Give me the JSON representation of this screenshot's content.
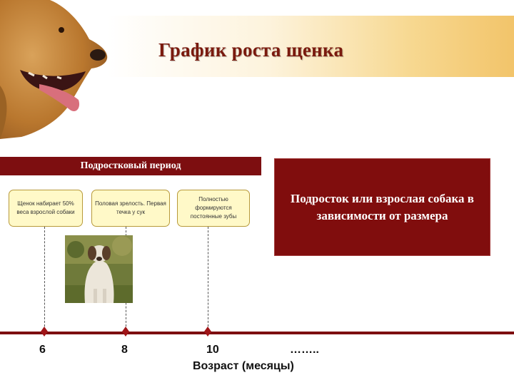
{
  "title": "График роста щенка",
  "adolescent_band": "Подростковый период",
  "adult_box": "Подросток или взрослая собака в зависимости от размера",
  "events": [
    {
      "text": "Щенок набирает 50% веса взрослой собаки"
    },
    {
      "text": "Половая зрелость. Первая течка у сук"
    },
    {
      "text": "Полностью формируются постоянные зубы"
    }
  ],
  "ticks": [
    "6",
    "8",
    "10",
    "…….."
  ],
  "xlabel": "Возраст (месяцы)",
  "colors": {
    "accent": "#7d0e10",
    "title": "#7a1a0e",
    "event_bg": "#fff9c8"
  }
}
